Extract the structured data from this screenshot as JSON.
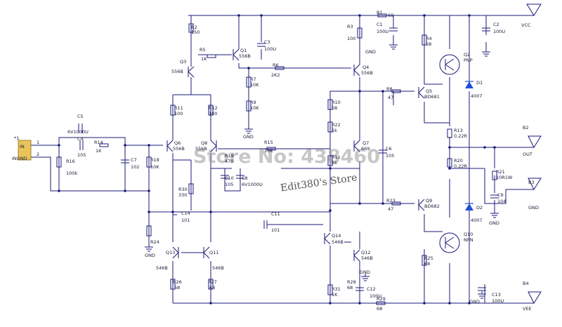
{
  "connectors": {
    "input": {
      "ref": "*1",
      "pins": [
        "IN",
        "GND"
      ],
      "net_label": "INGND",
      "pin_numbers": [
        "1",
        "2"
      ]
    },
    "vcc": {
      "ref": "",
      "label": "VCC"
    },
    "out": {
      "ref": "B2",
      "label": "OUT"
    },
    "gnd": {
      "ref": "B3",
      "label": "GND"
    },
    "vee": {
      "ref": "B4",
      "label": "VEE"
    }
  },
  "resistors": {
    "r1": {
      "ref": "R1",
      "value": "68"
    },
    "r2": {
      "ref": "R2",
      "value": "150"
    },
    "r3": {
      "ref": "R3",
      "value": "100"
    },
    "r4": {
      "ref": "R4",
      "value": "68"
    },
    "r5": {
      "ref": "R5",
      "value": "1K"
    },
    "r6": {
      "ref": "R6",
      "value": "2K2"
    },
    "r7": {
      "ref": "R7",
      "value": "10K"
    },
    "r8": {
      "ref": "R8",
      "value": "47"
    },
    "r9": {
      "ref": "R9",
      "value": "10K"
    },
    "r10": {
      "ref": "R10",
      "value": "68"
    },
    "r11": {
      "ref": "R11",
      "value": "100"
    },
    "r12": {
      "ref": "R12",
      "value": "100"
    },
    "r13": {
      "ref": "R13",
      "value": "0.22R"
    },
    "r14": {
      "ref": "R14",
      "value": "1K"
    },
    "r15": {
      "ref": "R15",
      "value": "10K"
    },
    "r16": {
      "ref": "R16",
      "value": "100k"
    },
    "r18": {
      "ref": "R18",
      "value": "10K"
    },
    "r19": {
      "ref": "R19",
      "value": "470"
    },
    "r20": {
      "ref": "R20",
      "value": "0.22R"
    },
    "r21": {
      "ref": "R21",
      "value": "10R1W"
    },
    "r22": {
      "ref": "R22",
      "value": "1k"
    },
    "r23": {
      "ref": "R23",
      "value": "47"
    },
    "r24": {
      "ref": "R24",
      "value": ""
    },
    "r25": {
      "ref": "R25",
      "value": "68"
    },
    "r26": {
      "ref": "R26",
      "value": "68"
    },
    "r27": {
      "ref": "R27",
      "value": "68"
    },
    "r28": {
      "ref": "R28",
      "value": "68"
    },
    "r29": {
      "ref": "R29",
      "value": "68"
    },
    "r30": {
      "ref": "R30",
      "value": "330"
    },
    "r31": {
      "ref": "R31",
      "value": "1K"
    },
    "r11b": {
      "ref": "R11",
      "value": "1k"
    }
  },
  "capacitors": {
    "c1": {
      "ref": "C1",
      "value": "100U"
    },
    "c2": {
      "ref": "C2",
      "value": "100U"
    },
    "c3": {
      "ref": "C3",
      "value": "100U"
    },
    "c4": {
      "ref": "C4",
      "value": "105"
    },
    "c5": {
      "ref": "C5",
      "value": "6V1000U"
    },
    "c6": {
      "ref": "C6",
      "value": "105"
    },
    "c7": {
      "ref": "C7",
      "value": "102"
    },
    "c8": {
      "ref": "C8",
      "value": "6V1000U"
    },
    "c9": {
      "ref": "C9",
      "value": "104"
    },
    "c10": {
      "ref": "C10",
      "value": "105"
    },
    "c11": {
      "ref": "C11",
      "value": "101"
    },
    "c12": {
      "ref": "C12",
      "value": "100U"
    },
    "c13": {
      "ref": "C13",
      "value": "100U"
    },
    "c14": {
      "ref": "C14",
      "value": "101"
    }
  },
  "transistors": {
    "q1": {
      "ref": "Q1",
      "type": "556B"
    },
    "q2": {
      "ref": "Q2",
      "type": "PNP"
    },
    "q3": {
      "ref": "Q3",
      "type": "556B"
    },
    "q4": {
      "ref": "Q4",
      "type": "556B"
    },
    "q5": {
      "ref": "Q5",
      "type": "BD681"
    },
    "q6": {
      "ref": "Q6",
      "type": "556B"
    },
    "q7": {
      "ref": "Q7",
      "type": "669"
    },
    "q8": {
      "ref": "Q8",
      "type": "556B"
    },
    "q9": {
      "ref": "Q9",
      "type": "BD682"
    },
    "q10": {
      "ref": "Q10",
      "type": "NPN"
    },
    "q11": {
      "ref": "Q11",
      "type": "546B"
    },
    "q12": {
      "ref": "Q12",
      "type": "546B"
    },
    "q13": {
      "ref": "Q13",
      "type": "546B"
    },
    "q14": {
      "ref": "Q14",
      "type": "546B"
    }
  },
  "diodes": {
    "d1": {
      "ref": "D1",
      "value": "4007"
    },
    "d2": {
      "ref": "D2",
      "value": "4007"
    }
  },
  "grounds": {
    "label": "GND"
  },
  "watermarks": {
    "store": "Store No: 438460",
    "edit": "Edit380's Store"
  },
  "colors": {
    "wire": "#1a1a7a",
    "diode": "#1f4fd6",
    "connector": "#e8c45a",
    "watermark": "#9a9a9a"
  }
}
